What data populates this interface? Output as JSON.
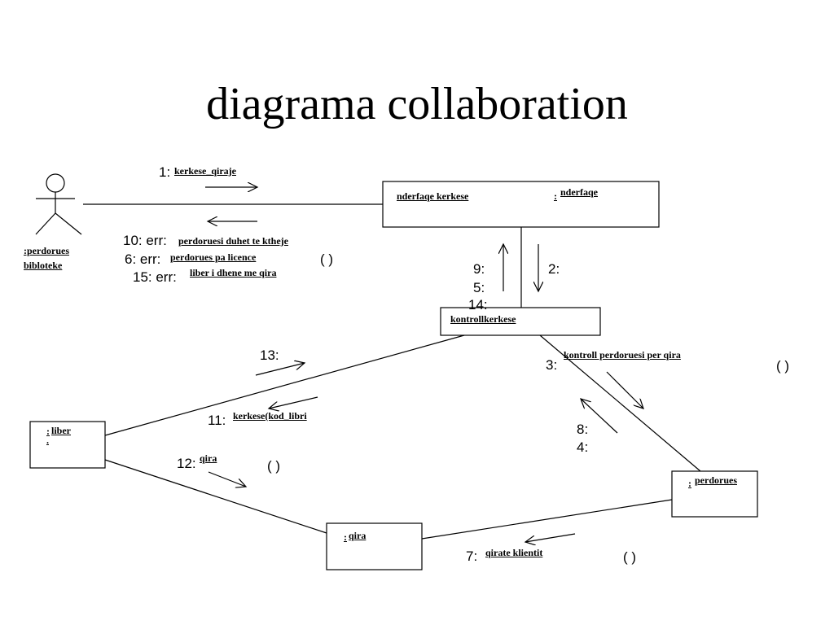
{
  "title": "diagrama collaboration",
  "actor": {
    "line1": ":perdorues",
    "line2": "bibloteke"
  },
  "objects": {
    "nderfaqe": {
      "name": "nderfaqe kerkese",
      "sep": ":",
      "cls": "nderfaqe"
    },
    "kontroll": {
      "name": "kontrollkerkese"
    },
    "liber": {
      "sep": ":",
      "name": "liber",
      "dot": "."
    },
    "qira": {
      "sep": ":",
      "name": "qira"
    },
    "perdorues": {
      "sep": ":",
      "name": "perdorues"
    }
  },
  "messages": {
    "m1": {
      "num": "1:",
      "label": "kerkese_qiraje"
    },
    "m10": {
      "num": "10: err:",
      "label": "perdoruesi duhet te ktheje"
    },
    "m6": {
      "num": "6: err:",
      "label": "perdorues pa licence"
    },
    "m6_paren": "( )",
    "m15": {
      "num": "15: err:",
      "label": "liber i dhene me qira"
    },
    "m9": "9:",
    "m5": "5:",
    "m14": "14:",
    "m2": "2:",
    "m13": "13:",
    "m3": {
      "num": "3:",
      "label": "kontroll perdoruesi per qira"
    },
    "m3_paren": "( )",
    "m11": {
      "num": "11:",
      "label": "kerkese(kod_libri"
    },
    "m12": {
      "num": "12:",
      "label": "qira"
    },
    "m12_paren": "( )",
    "m8": "8:",
    "m4": "4:",
    "m7": {
      "num": "7:",
      "label": "qirate klientit"
    },
    "m7_paren": "( )"
  }
}
